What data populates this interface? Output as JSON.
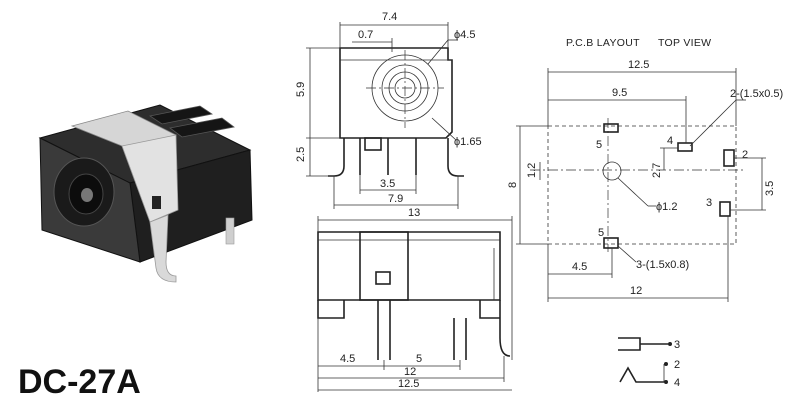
{
  "product": {
    "model": "DC-27A"
  },
  "pcb": {
    "title": "P.C.B LAYOUT",
    "view": "TOP VIEW"
  },
  "front_view": {
    "width": "7.4",
    "offset": "0.7",
    "dia_outer": "ϕ4.5",
    "height": "5.9",
    "leg": "2.5",
    "pin_dia": "ϕ1.65",
    "pin_pitch": "3.5",
    "pin_span": "7.9"
  },
  "side_view": {
    "length": "13",
    "pin1": "4.5",
    "pin2": "5",
    "overall1": "12",
    "overall2": "12.5"
  },
  "pcb_layout": {
    "top_width": "12.5",
    "top_offset": "9.5",
    "slot_top": "2-(1.5x0.5)",
    "height": "8",
    "center_v": "1.2",
    "pin_v": "2.7",
    "pin_right": "3.5",
    "hole": "ϕ1.2",
    "slot_bottom": "3-(1.5x0.8)",
    "bottom_offset": "4.5",
    "bottom_width": "12",
    "pin_labels": {
      "p4": "4",
      "p2": "2",
      "p3": "3",
      "p5a": "5",
      "p5b": "5"
    }
  },
  "schematic": {
    "pin3": "3",
    "pin2": "2",
    "pin4": "4"
  }
}
